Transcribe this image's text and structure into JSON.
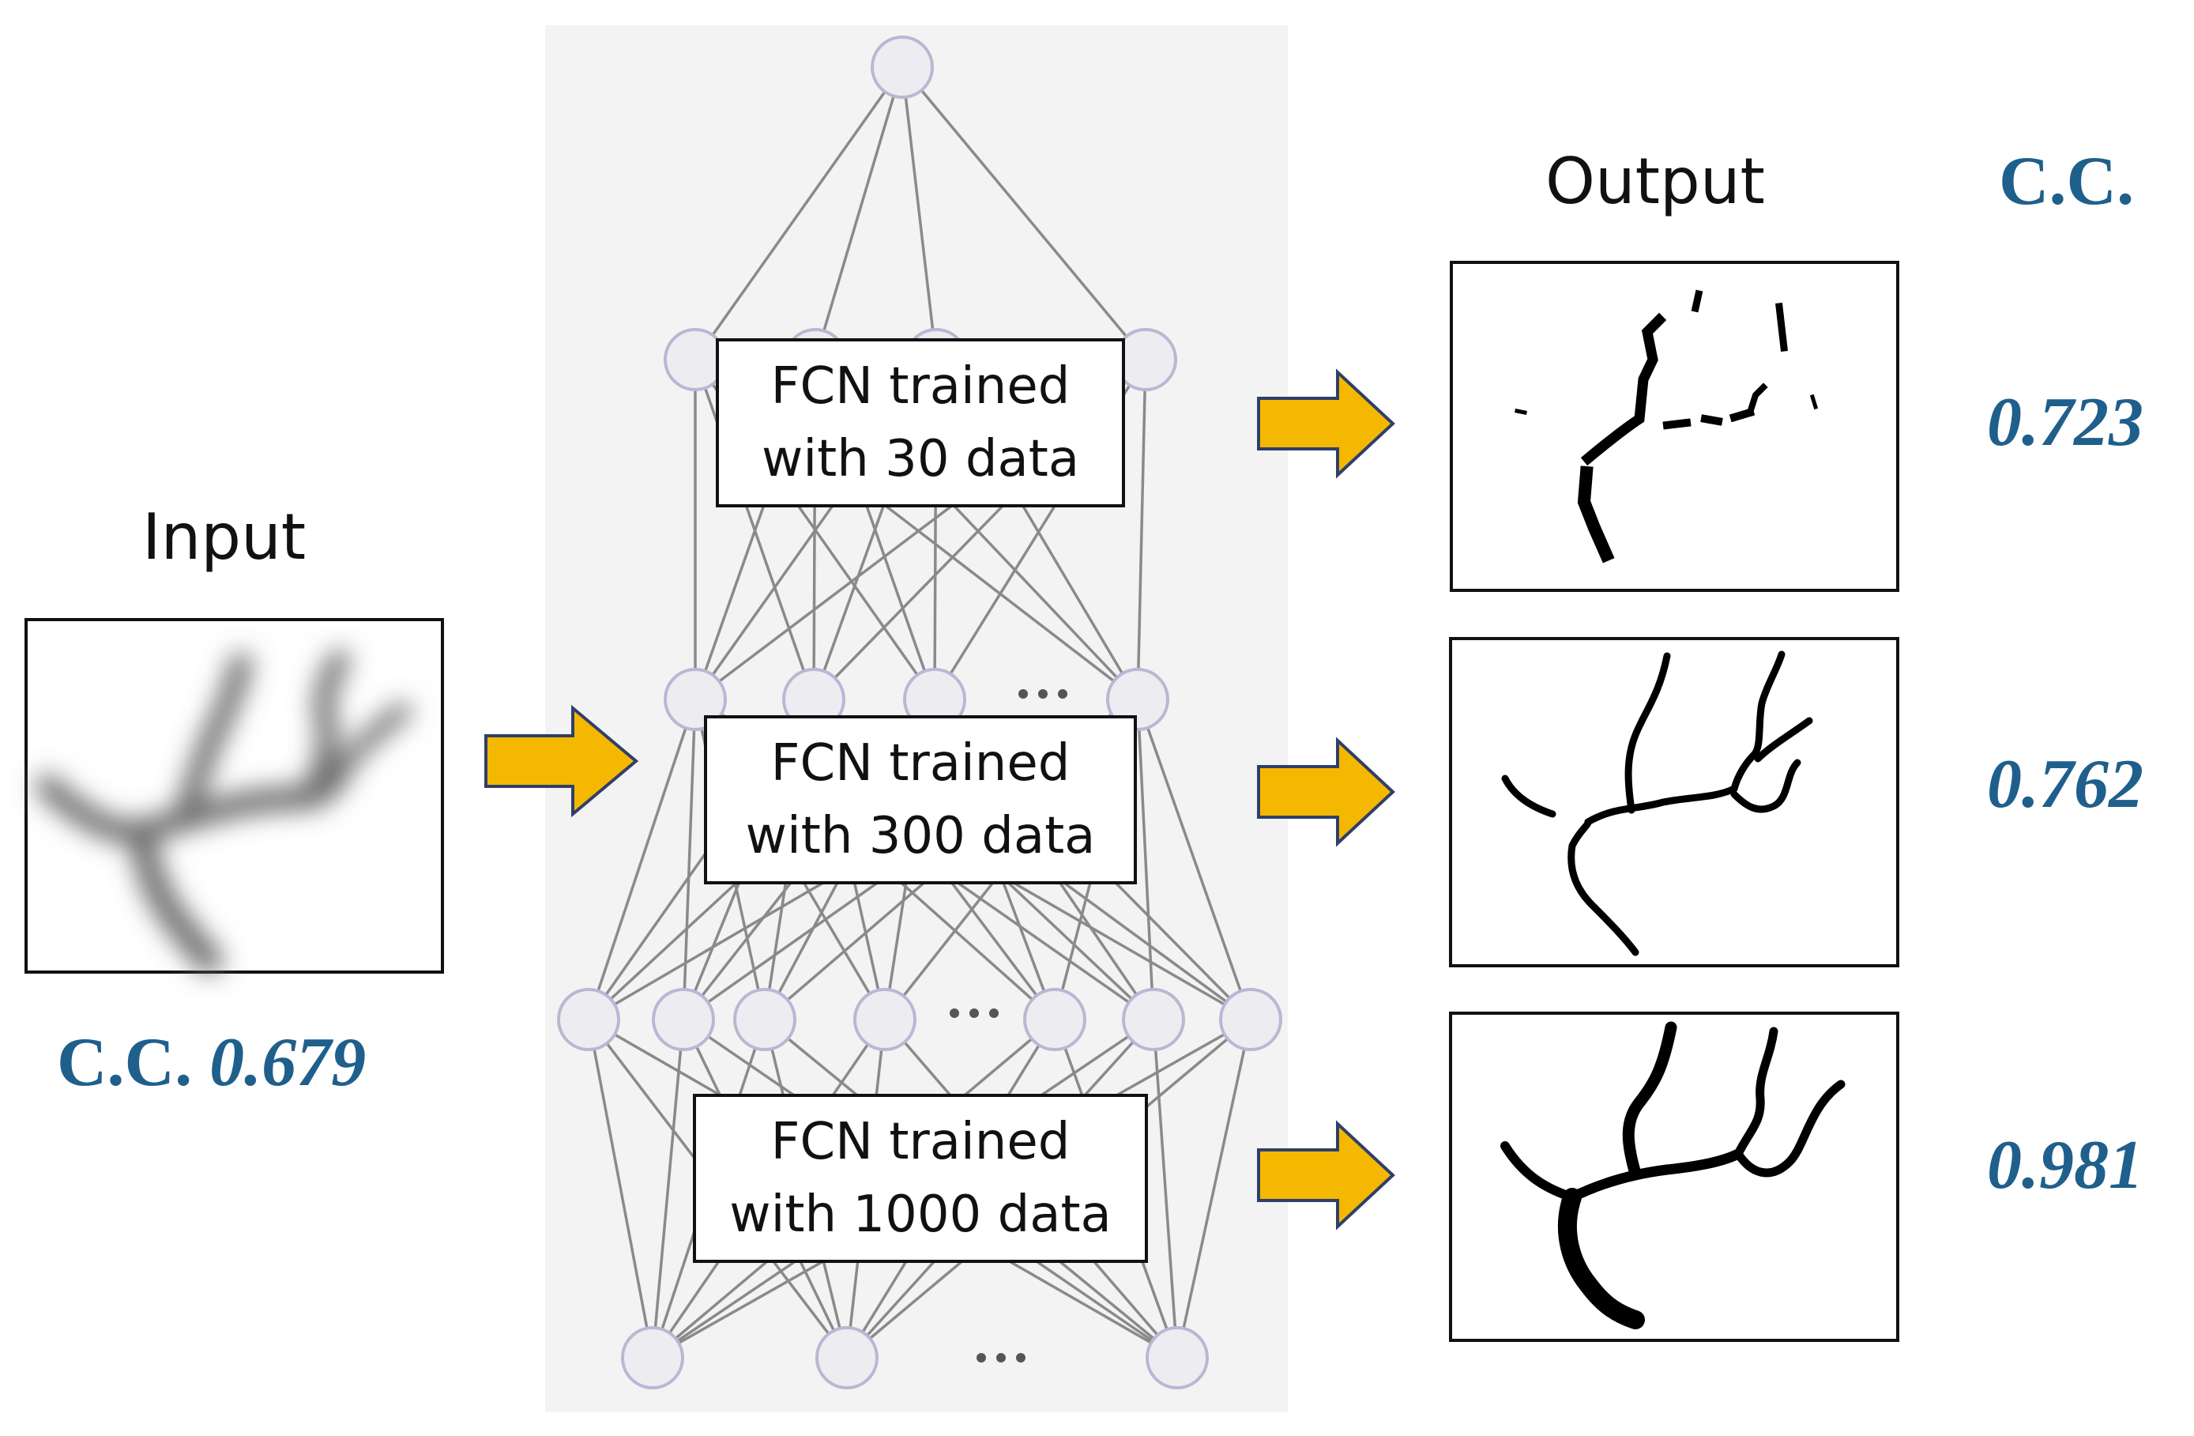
{
  "input": {
    "label": "Input",
    "cc_prefix": "C.C.",
    "cc_value": "0.679"
  },
  "output": {
    "label": "Output",
    "cc_header": "C.C."
  },
  "models": [
    {
      "line1": "FCN trained",
      "line2": "with 30 data",
      "cc": "0.723"
    },
    {
      "line1": "FCN trained",
      "line2": "with 300 data",
      "cc": "0.762"
    },
    {
      "line1": "FCN trained",
      "line2": "with 1000 data",
      "cc": "0.981"
    }
  ],
  "network": {
    "ellipsis": "···"
  },
  "colors": {
    "arrow_fill": "#f5b800",
    "arrow_stroke": "#2f3f6b",
    "cc_text": "#1f5f8b",
    "panel_bg": "#f3f3f3",
    "node_fill": "#ececf1",
    "node_stroke": "#b8b8d4",
    "edge": "#8a8a8a"
  }
}
